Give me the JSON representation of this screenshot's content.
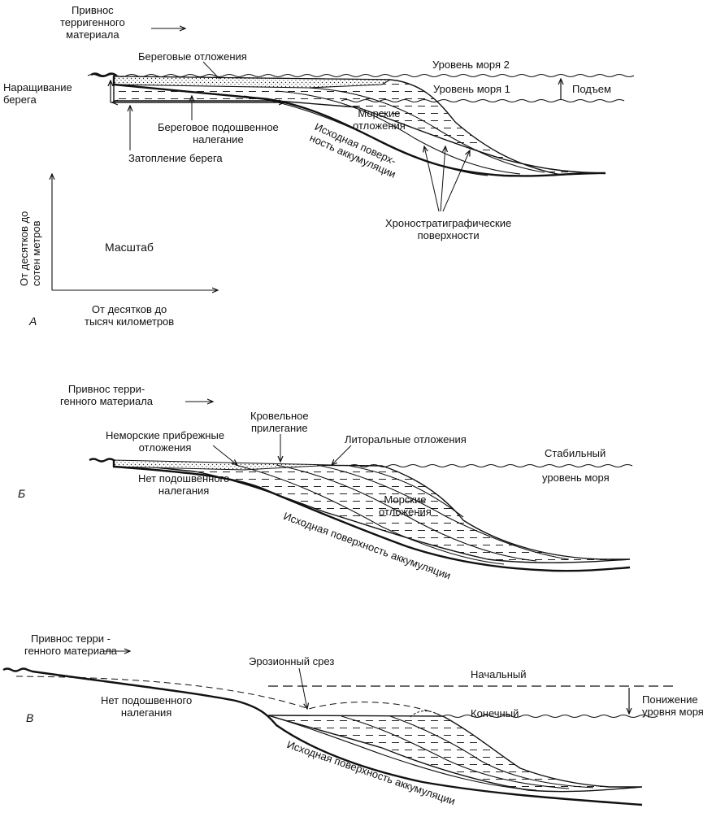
{
  "panels": {
    "a": {
      "letter": "А",
      "supply": [
        "Привнос",
        "терригенного",
        "материала"
      ],
      "coastal_deposits": "Береговые отложения",
      "sea_level_2": "Уровень моря  2",
      "sea_level_1": "Уровень моря   1",
      "rise": "Подъем",
      "accretion": [
        "Наращивание",
        "берега"
      ],
      "coastal_onlap": [
        "Береговое подошвенное",
        "налегание"
      ],
      "flooding": "Затопление берега",
      "marine": [
        "Морские",
        "отложения"
      ],
      "initial_surface": [
        "Исходная поверх-",
        "ность аккумуляции"
      ],
      "chrono": [
        "Хроностратиграфические",
        "поверхности"
      ],
      "scale": "Масштаб",
      "vertical_axis": [
        "От десятков до",
        "сотен метров"
      ],
      "horizontal_axis": [
        "От десятков до",
        "тысяч километров"
      ]
    },
    "b": {
      "letter": "Б",
      "supply": [
        "Привнос терри-",
        "генного материала"
      ],
      "toplap": [
        "Кровельное",
        "прилегание"
      ],
      "nonmarine": [
        "Неморские прибрежные",
        "отложения"
      ],
      "littoral": "Литоральные отложения",
      "stable": [
        "Стабильный",
        "уровень моря"
      ],
      "no_onlap": [
        "Нет подошвенного",
        "налегания"
      ],
      "marine": [
        "Морские",
        "отложения"
      ],
      "initial_surface": "Исходная поверхность аккумуляции"
    },
    "c": {
      "letter": "В",
      "supply": [
        "Привнос терри -",
        "генного материала"
      ],
      "erosion": "Эрозионный срез",
      "initial": "Начальный",
      "final": "Конечный",
      "fall": [
        "Понижение",
        "уровня моря"
      ],
      "no_onlap": [
        "Нет подошвенного",
        "налегания"
      ],
      "initial_surface": "Исходная поверхность аккумуляции"
    }
  }
}
